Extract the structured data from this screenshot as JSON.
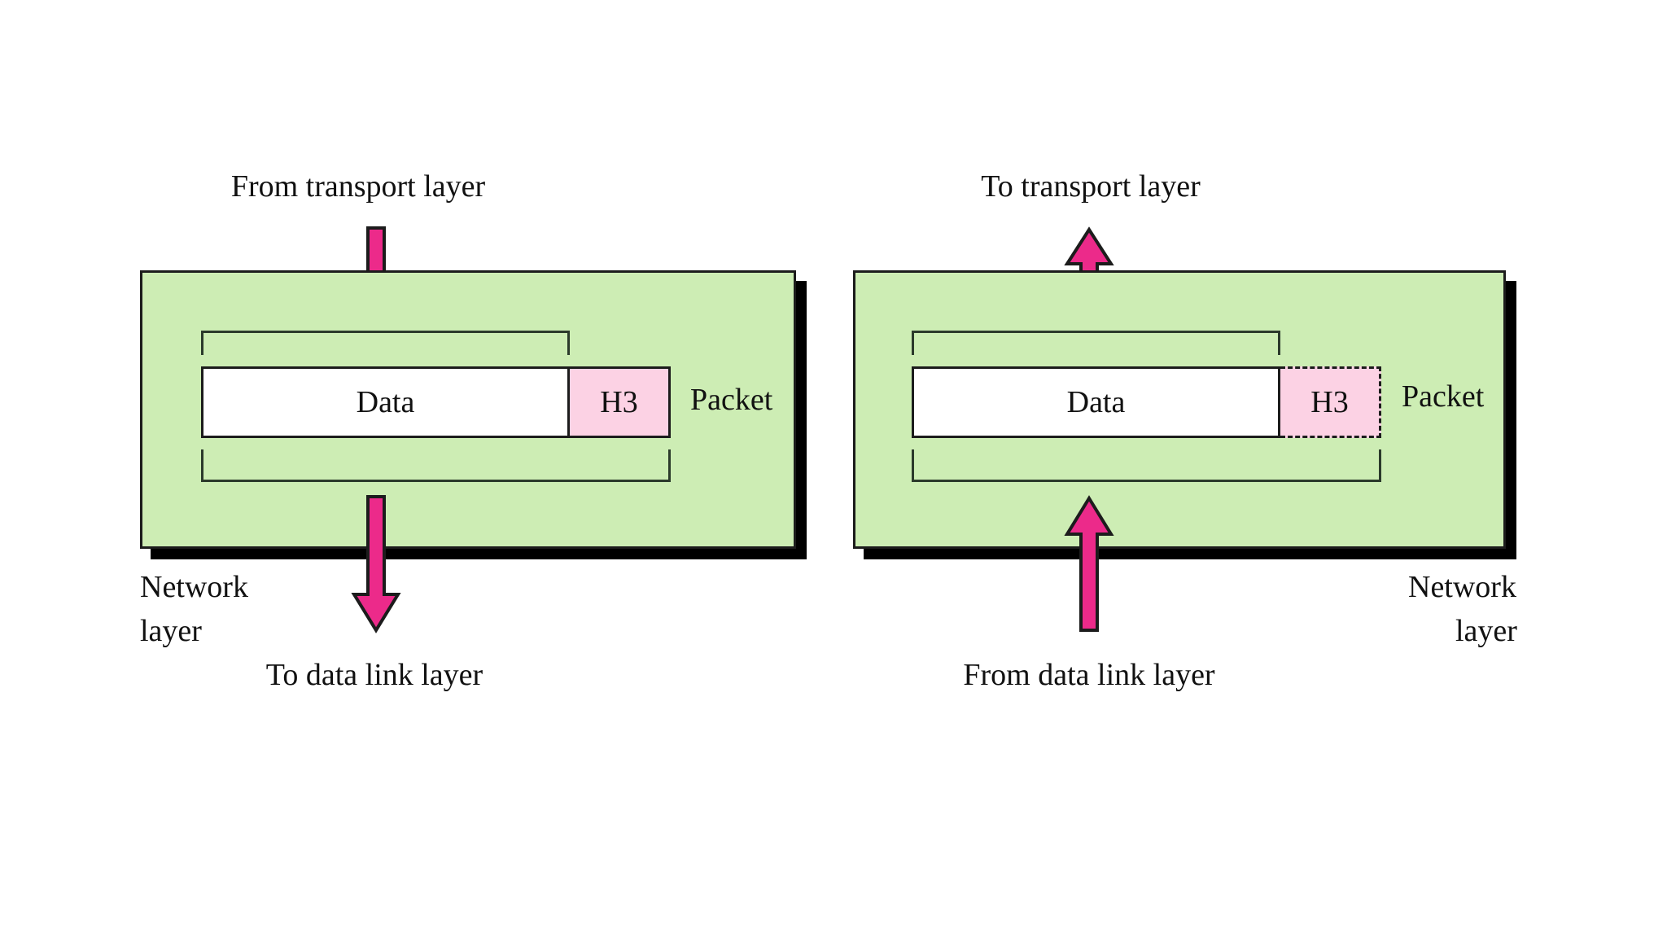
{
  "diagram": {
    "title_domain": "network-layer-encapsulation-decapsulation",
    "colors": {
      "layer_fill": "#cdedb4",
      "header_fill": "#fcd2e4",
      "data_fill": "#ffffff",
      "arrow_fill": "#ec2a8a",
      "outline": "#1c1c1c",
      "shadow": "#000000",
      "background": "#ffffff"
    }
  },
  "left_panel": {
    "top_label": "From transport layer",
    "bottom_label": "To data link layer",
    "layer_name_line1": "Network",
    "layer_name_line2": "layer",
    "data_label": "Data",
    "header_label": "H3",
    "packet_label": "Packet",
    "header_style": "solid",
    "top_arrow_direction": "down",
    "bottom_arrow_direction": "down"
  },
  "right_panel": {
    "top_label": "To transport layer",
    "bottom_label": "From data link layer",
    "layer_name_line1": "Network",
    "layer_name_line2": "layer",
    "data_label": "Data",
    "header_label": "H3",
    "packet_label": "Packet",
    "header_style": "dashed",
    "top_arrow_direction": "up",
    "bottom_arrow_direction": "up"
  }
}
